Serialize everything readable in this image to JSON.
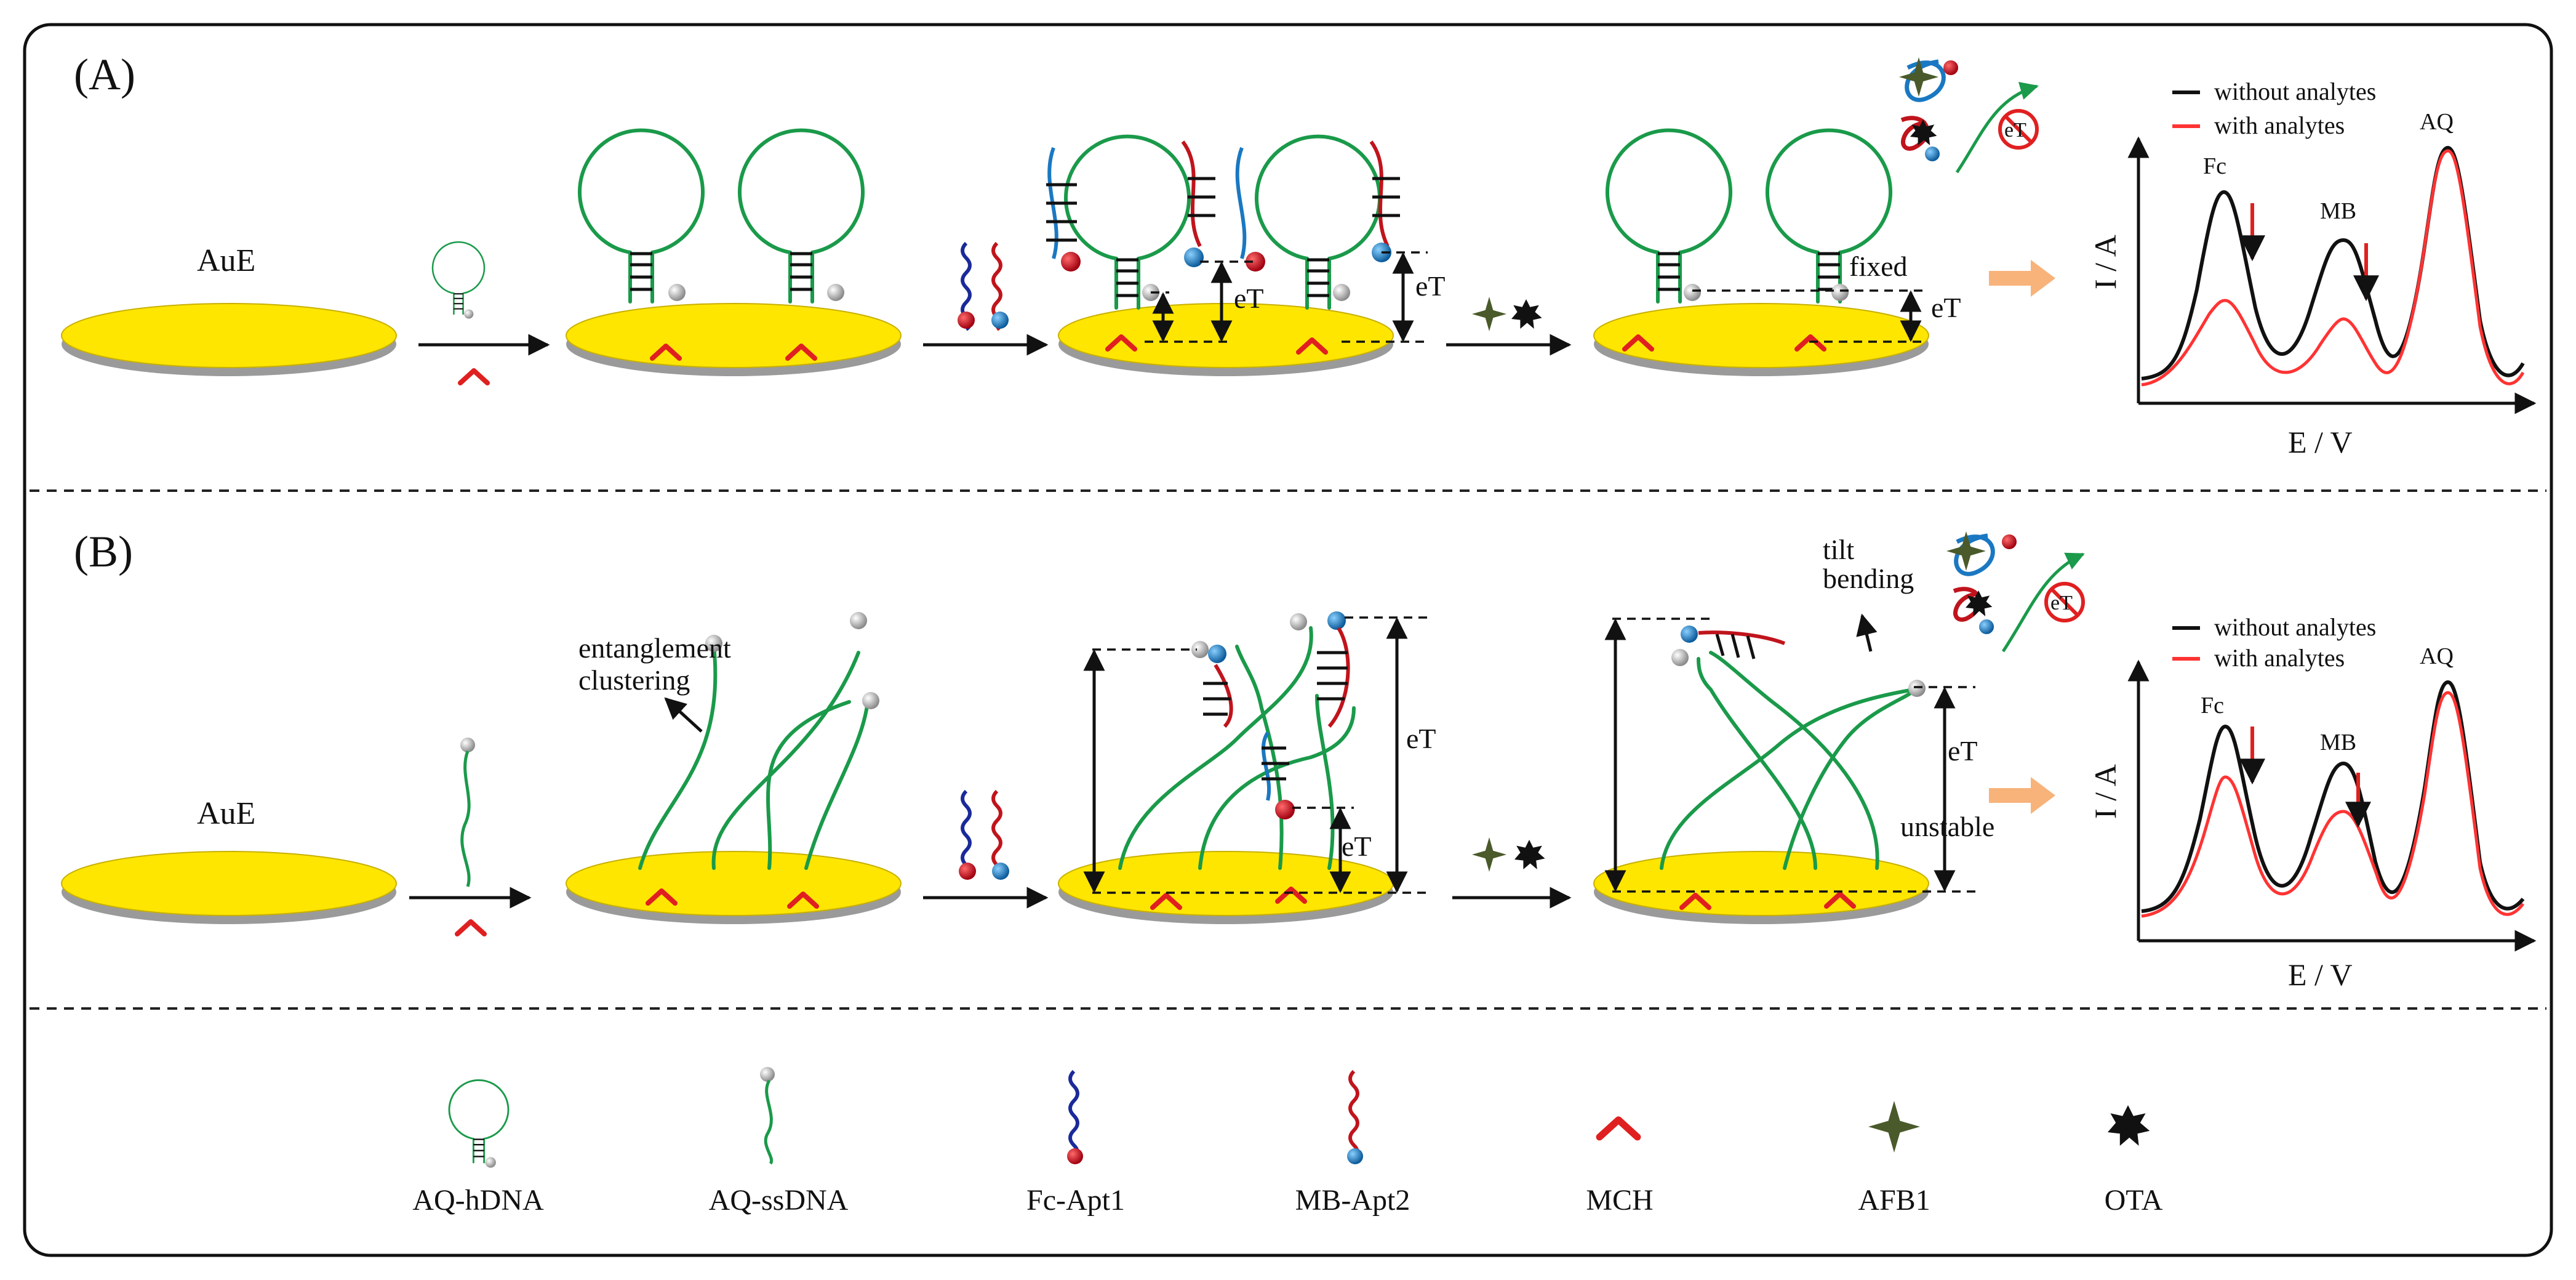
{
  "panels": {
    "a": {
      "label": "(A)"
    },
    "b": {
      "label": "(B)"
    }
  },
  "electrode_label": "AuE",
  "distance_label": "eT",
  "annotations": {
    "fixed": "fixed",
    "entanglement": "entanglement",
    "clustering": "clustering",
    "tilt": "tilt",
    "bending": "bending",
    "unstable": "unstable"
  },
  "voltammogram": {
    "ylabel": "I / A",
    "xlabel": "E / V",
    "legend": [
      "without analytes",
      "with analytes"
    ],
    "peaks": [
      "Fc",
      "MB",
      "AQ"
    ]
  },
  "legend_items": [
    "AQ-hDNA",
    "AQ-ssDNA",
    "Fc-Apt1",
    "MB-Apt2",
    "MCH",
    "AFB1",
    "OTA"
  ],
  "colors": {
    "electrode": "#ffe600",
    "dna": "#1a9a4a",
    "fc": "#c0141c",
    "mb": "#1a78c2",
    "apt1": "#1a2a9a",
    "apt2": "#c0141c",
    "mch": "#e02020",
    "afb1": "#4a5a2a",
    "arrow_big": "#f7b37a"
  }
}
